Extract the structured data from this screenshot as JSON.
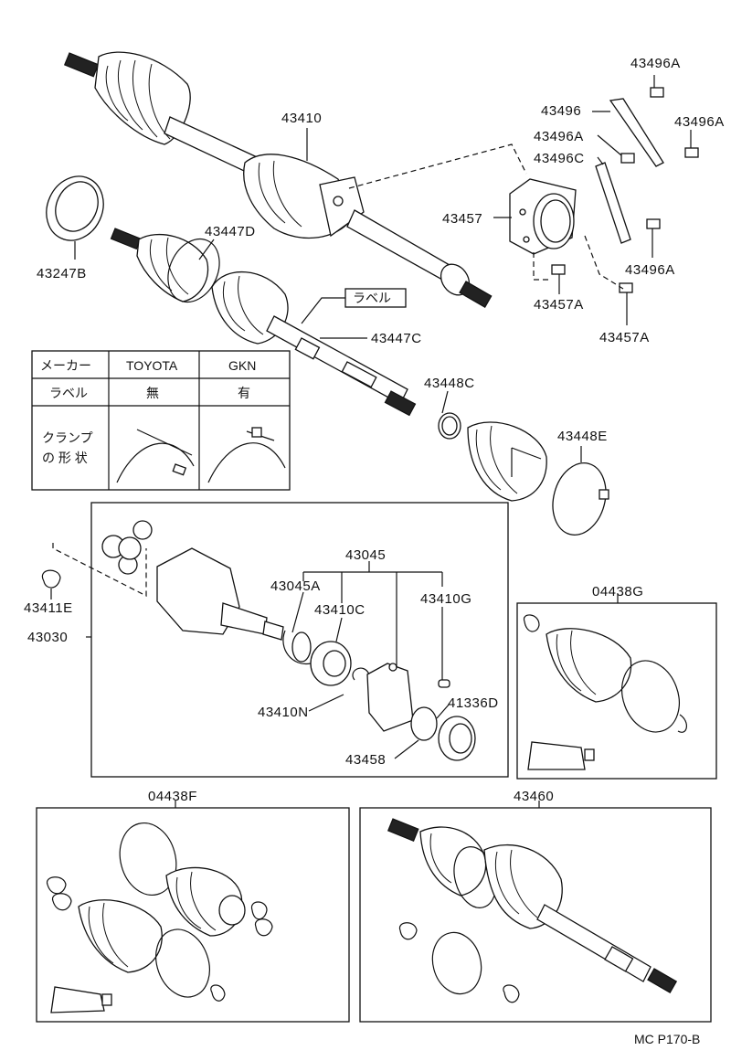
{
  "labels": {
    "p43410": "43410",
    "p43247B": "43247B",
    "p43447D": "43447D",
    "p43447C": "43447C",
    "label_tag": "ラベル",
    "p43496A_top": "43496A",
    "p43496": "43496",
    "p43496A_right": "43496A",
    "p43496A_mid": "43496A",
    "p43496C": "43496C",
    "p43457": "43457",
    "p43496A_low": "43496A",
    "p43457A_left": "43457A",
    "p43457A_right": "43457A",
    "p43448C": "43448C",
    "p43448E": "43448E",
    "p43045": "43045",
    "p43045A": "43045A",
    "p43410C": "43410C",
    "p43410G": "43410G",
    "p43411E": "43411E",
    "p43030": "43030",
    "p43410N": "43410N",
    "p41336D": "41336D",
    "p43458": "43458",
    "p04438G": "04438G",
    "p04438F": "04438F",
    "p43460": "43460",
    "diagram_code": "MC P170-B"
  },
  "table": {
    "h_maker": "メーカー",
    "h_toyota": "TOYOTA",
    "h_gkn": "GKN",
    "r_label": "ラベル",
    "toyota_label": "無",
    "gkn_label": "有",
    "r_clamp_1": "クランプ",
    "r_clamp_2": "の 形 状"
  }
}
